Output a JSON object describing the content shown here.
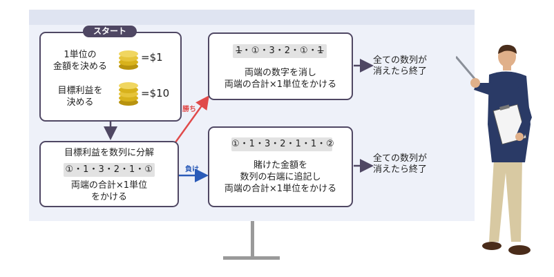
{
  "start_badge": "スタート",
  "step1": {
    "line1": "1単位の",
    "line2": "金額を決める",
    "eq": "=$1"
  },
  "step2": {
    "line1": "目標利益を",
    "line2": "決める",
    "eq": "=$10"
  },
  "decompose": {
    "title": "目標利益を数列に分解",
    "seq": [
      "①",
      "1",
      "3",
      "2",
      "1",
      "①"
    ],
    "line1": "両端の合計×1単位",
    "line2": "をかける"
  },
  "win": {
    "label": "勝ち",
    "seq": [
      "1",
      "①",
      "3",
      "2",
      "①",
      "1"
    ],
    "line1": "両端の数字を消し",
    "line2": "両端の合計×1単位をかける",
    "end1": "全ての数列が",
    "end2": "消えたら終了"
  },
  "lose": {
    "label": "負け",
    "seq": [
      "①",
      "1",
      "3",
      "2",
      "1",
      "1",
      "②"
    ],
    "line1": "賭けた金額を",
    "line2": "数列の右端に追記し",
    "line3": "両端の合計×1単位をかける",
    "end1": "全ての数列が",
    "end2": "消えたら終了"
  },
  "colors": {
    "box_border": "#4f4763",
    "win_arrow": "#e04a4a",
    "lose_arrow": "#2a5bb8",
    "coin": "#d8b21c"
  }
}
